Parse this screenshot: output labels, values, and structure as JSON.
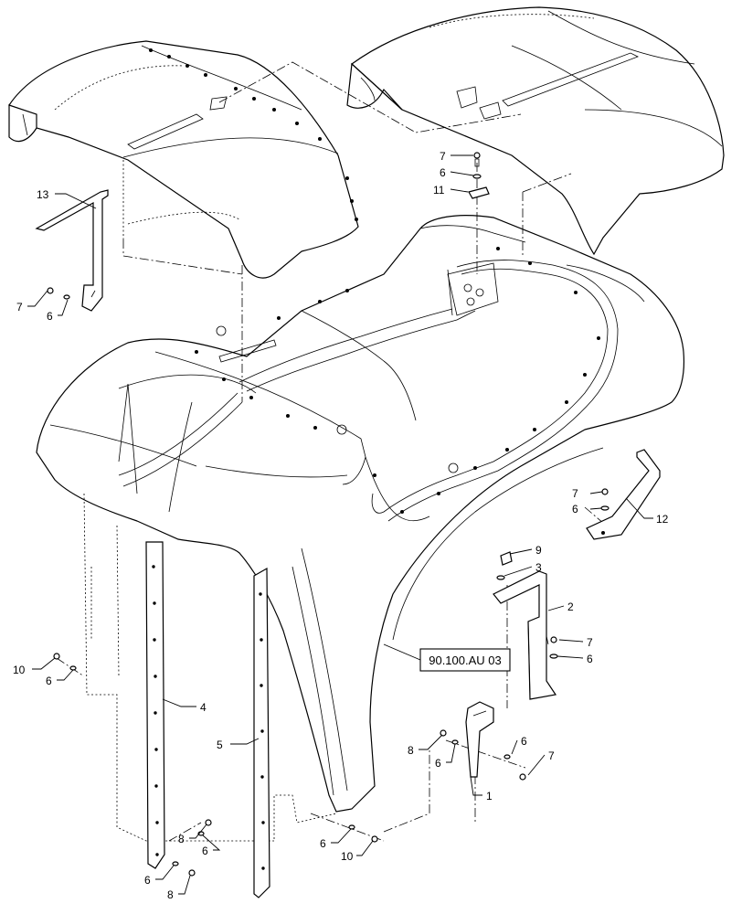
{
  "reference_label": "90.100.AU 03",
  "callouts": [
    {
      "id": "c13",
      "text": "13"
    },
    {
      "id": "c7a",
      "text": "7"
    },
    {
      "id": "c6a",
      "text": "6"
    },
    {
      "id": "c7b",
      "text": "7"
    },
    {
      "id": "c6b",
      "text": "6"
    },
    {
      "id": "c11",
      "text": "11"
    },
    {
      "id": "c7c",
      "text": "7"
    },
    {
      "id": "c6c",
      "text": "6"
    },
    {
      "id": "c12",
      "text": "12"
    },
    {
      "id": "c9",
      "text": "9"
    },
    {
      "id": "c3",
      "text": "3"
    },
    {
      "id": "c2",
      "text": "2"
    },
    {
      "id": "c7d",
      "text": "7"
    },
    {
      "id": "c6d",
      "text": "6"
    },
    {
      "id": "c10a",
      "text": "10"
    },
    {
      "id": "c6e",
      "text": "6"
    },
    {
      "id": "c4",
      "text": "4"
    },
    {
      "id": "c5",
      "text": "5"
    },
    {
      "id": "c8a",
      "text": "8"
    },
    {
      "id": "c6f",
      "text": "6"
    },
    {
      "id": "c6g",
      "text": "6"
    },
    {
      "id": "c7e",
      "text": "7"
    },
    {
      "id": "c1",
      "text": "1"
    },
    {
      "id": "c8b",
      "text": "8"
    },
    {
      "id": "c6h",
      "text": "6"
    },
    {
      "id": "c6i",
      "text": "6"
    },
    {
      "id": "c8c",
      "text": "8"
    },
    {
      "id": "c6j",
      "text": "6"
    },
    {
      "id": "c10b",
      "text": "10"
    }
  ]
}
